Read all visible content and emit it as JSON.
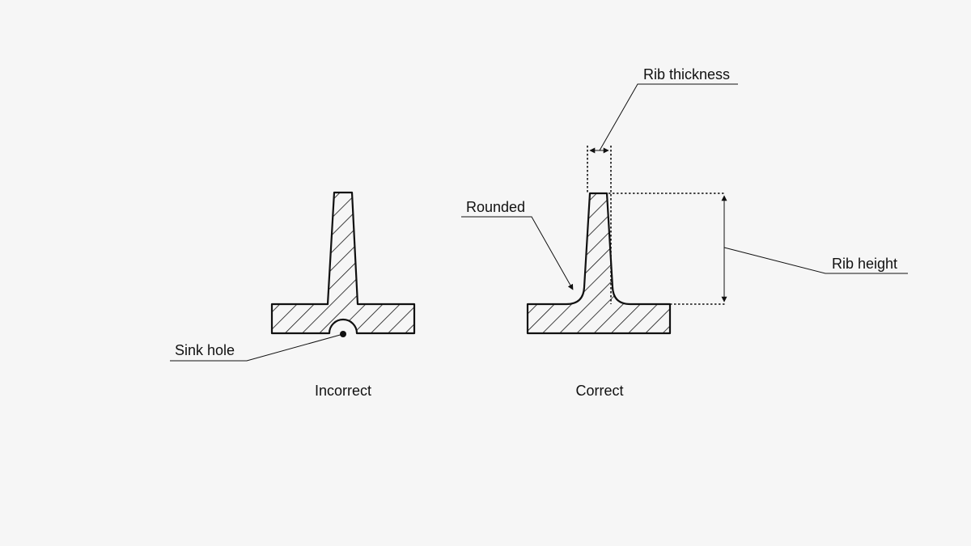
{
  "diagram": {
    "panels": {
      "incorrect": {
        "caption": "Incorrect",
        "callout": "Sink hole"
      },
      "correct": {
        "caption": "Correct",
        "callouts": {
          "rounded": "Rounded",
          "rib_thickness": "Rib thickness",
          "rib_height": "Rib height"
        }
      }
    },
    "colors": {
      "background": "#f6f6f6",
      "ink": "#111111"
    }
  }
}
